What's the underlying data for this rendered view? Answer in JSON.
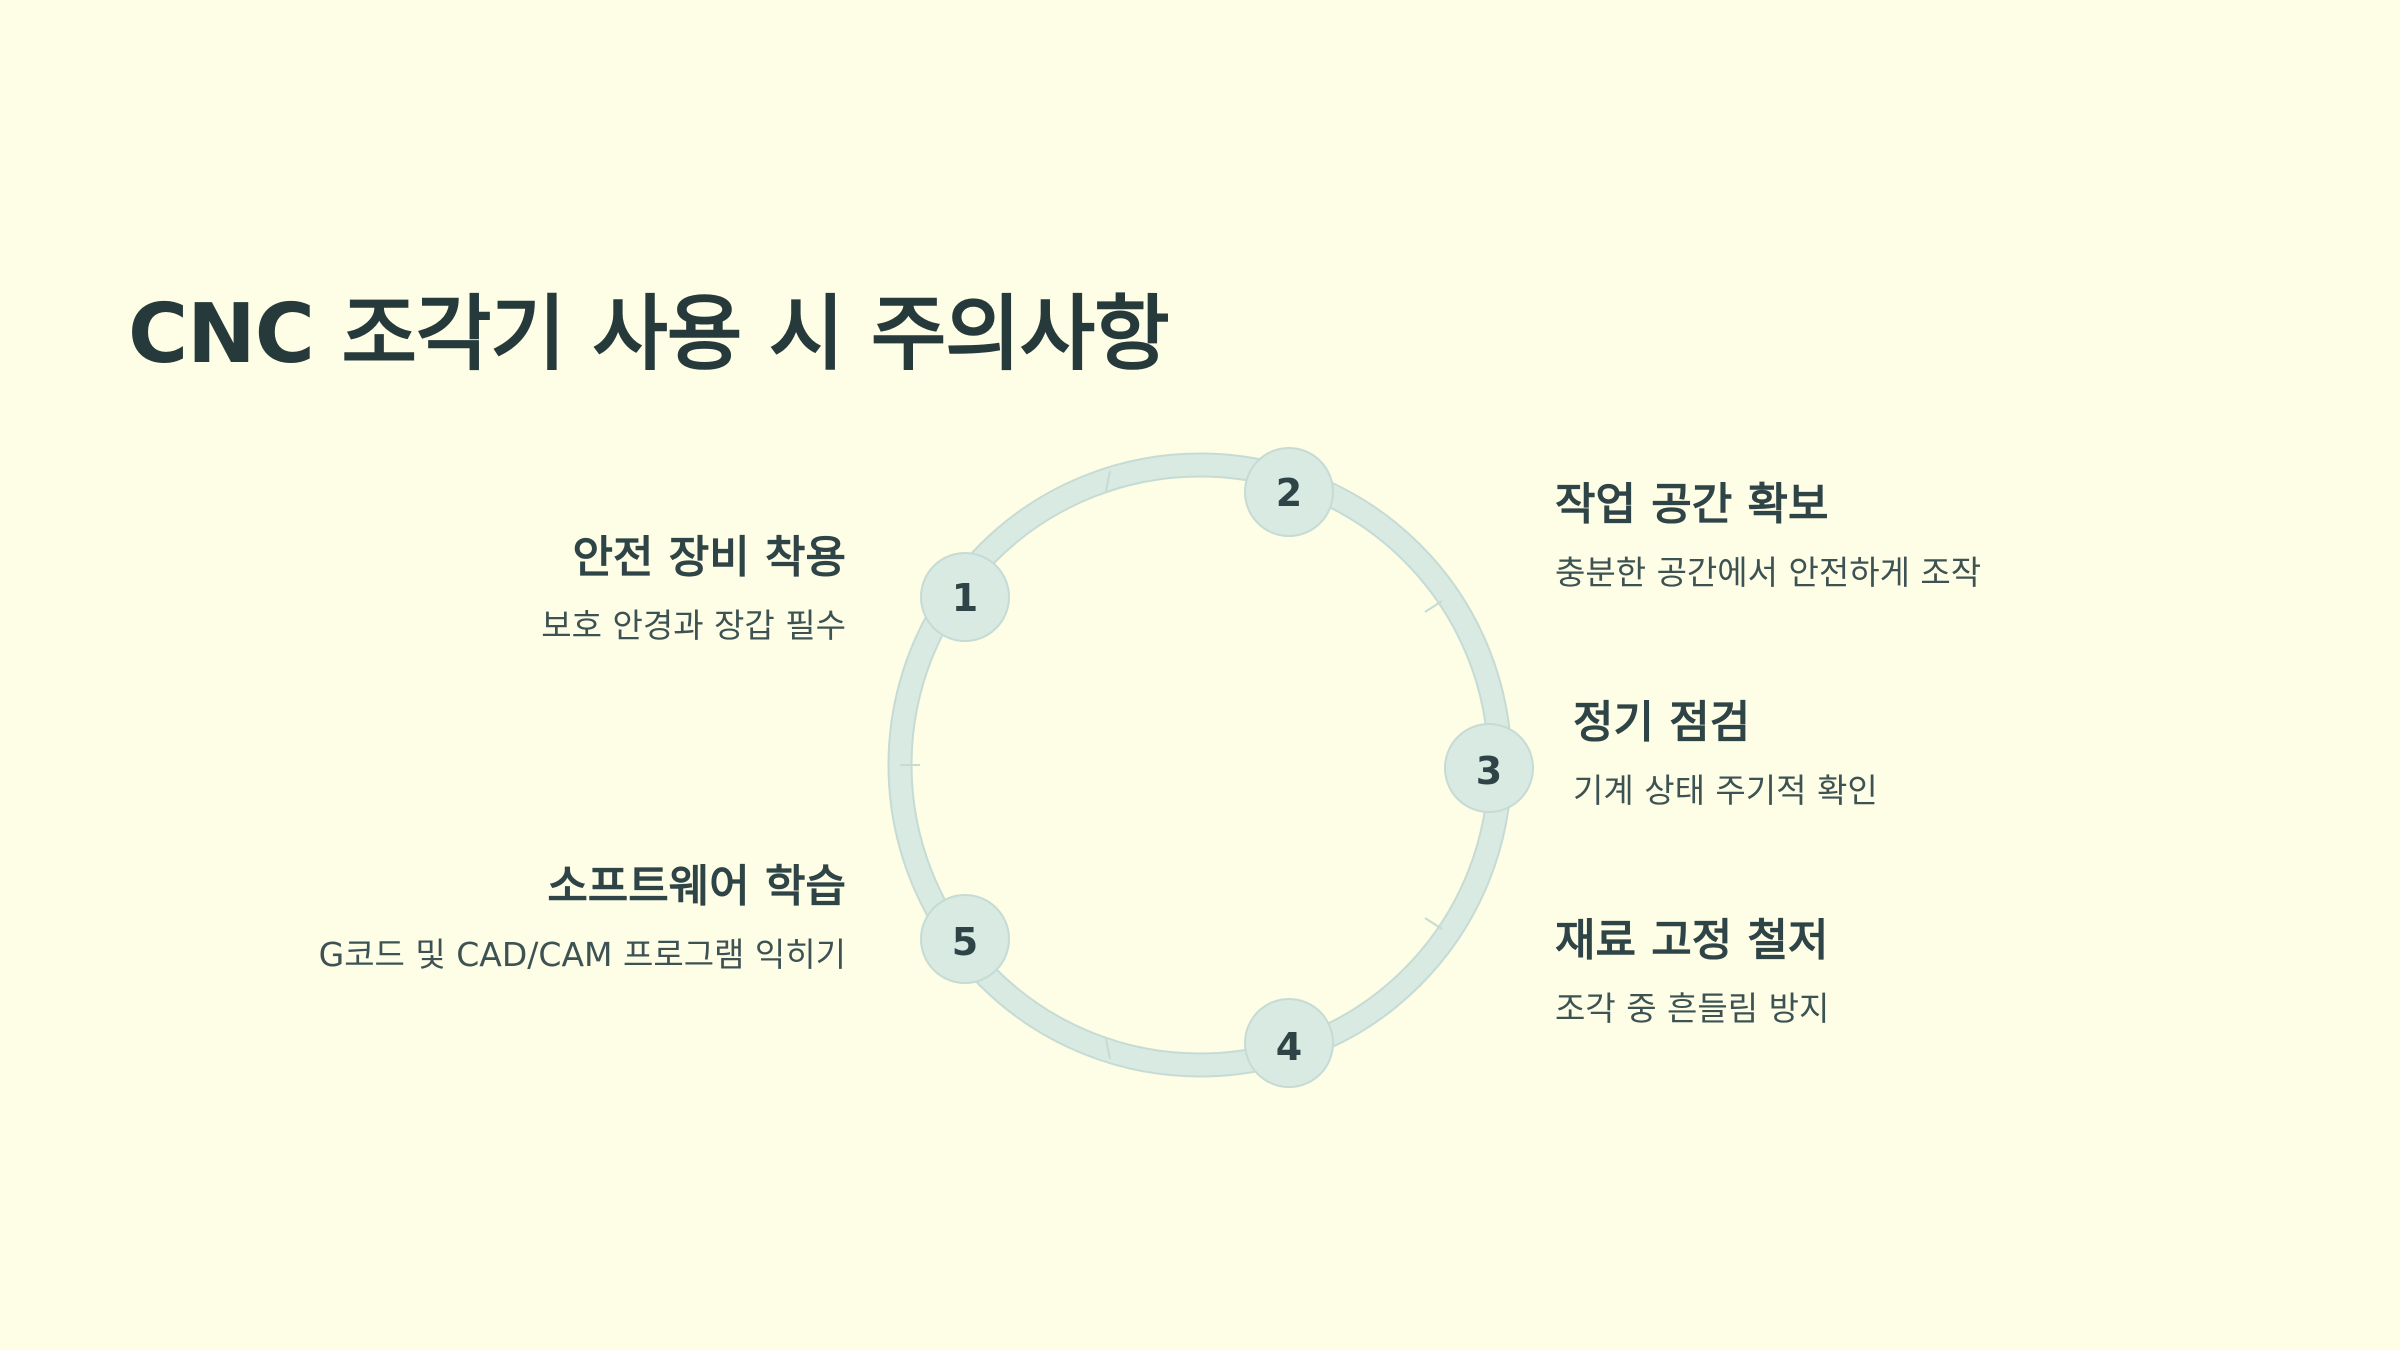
{
  "title": "CNC 조각기 사용 시 주의사항",
  "colors": {
    "background": "#fefde6",
    "text": "#263a3b",
    "ring": "#d9eae3",
    "ring_border": "#c5dbd4",
    "node_fill": "#d9eae3"
  },
  "steps": [
    {
      "number": "1",
      "title": "안전 장비 착용",
      "description": "보호 안경과 장갑 필수"
    },
    {
      "number": "2",
      "title": "작업 공간 확보",
      "description": "충분한 공간에서 안전하게 조작"
    },
    {
      "number": "3",
      "title": "정기 점검",
      "description": "기계 상태 주기적 확인"
    },
    {
      "number": "4",
      "title": "재료 고정 철저",
      "description": "조각 중 흔들림 방지"
    },
    {
      "number": "5",
      "title": "소프트웨어 학습",
      "description": "G코드 및 CAD/CAM 프로그램 익히기"
    }
  ]
}
